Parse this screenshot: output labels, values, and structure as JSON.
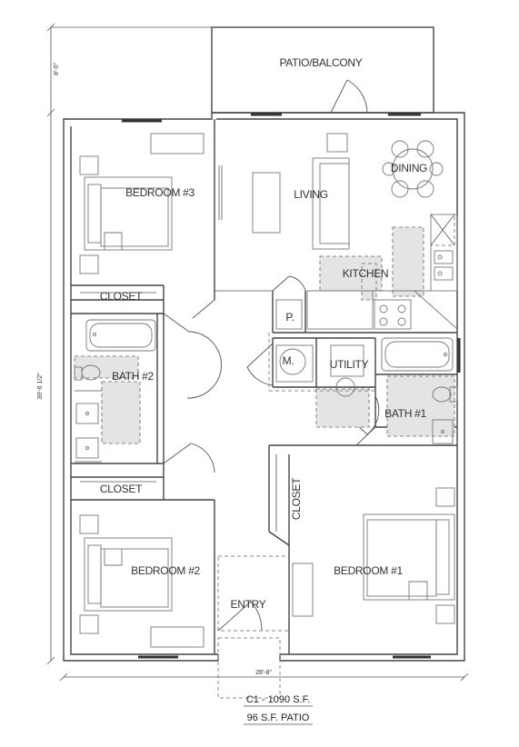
{
  "rooms": {
    "patio": "PATIO/BALCONY",
    "living": "LIVING",
    "dining": "DINING",
    "kitchen": "KITCHEN",
    "bedroom3": "BEDROOM #3",
    "closet_top": "CLOSET",
    "bath2": "BATH #2",
    "closet_mid": "CLOSET",
    "bedroom2": "BEDROOM #2",
    "entry": "ENTRY",
    "pantry": "P.",
    "mech": "M.",
    "utility": "UTILITY",
    "bath1": "BATH #1",
    "closet_right": "CLOSET",
    "bedroom1": "BEDROOM #1"
  },
  "dimensions": {
    "patio_depth": "8'-0\"",
    "overall_depth": "39'-6 1/2\"",
    "overall_width": "28'-8\""
  },
  "caption": {
    "unit": "C1 - 1090 S.F.",
    "patio": "96 S.F. PATIO"
  }
}
